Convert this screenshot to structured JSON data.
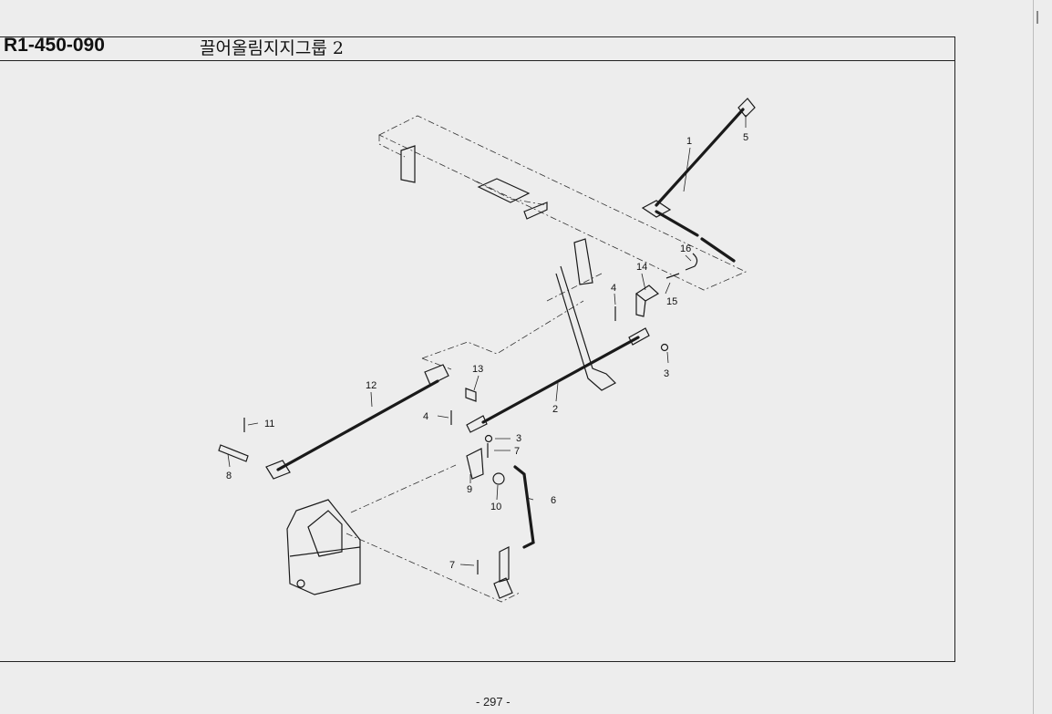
{
  "header": {
    "part_code": "R1-450-090",
    "title": "끌어올림지지그룹 2"
  },
  "footer": {
    "page_number": "- 297 -"
  },
  "callouts": {
    "c1": "1",
    "c2": "2",
    "c3a": "3",
    "c3b": "3",
    "c4a": "4",
    "c4b": "4",
    "c5": "5",
    "c6": "6",
    "c7a": "7",
    "c7b": "7",
    "c8": "8",
    "c9": "9",
    "c10": "10",
    "c11": "11",
    "c12": "12",
    "c13": "13",
    "c14": "14",
    "c15": "15",
    "c16": "16"
  }
}
